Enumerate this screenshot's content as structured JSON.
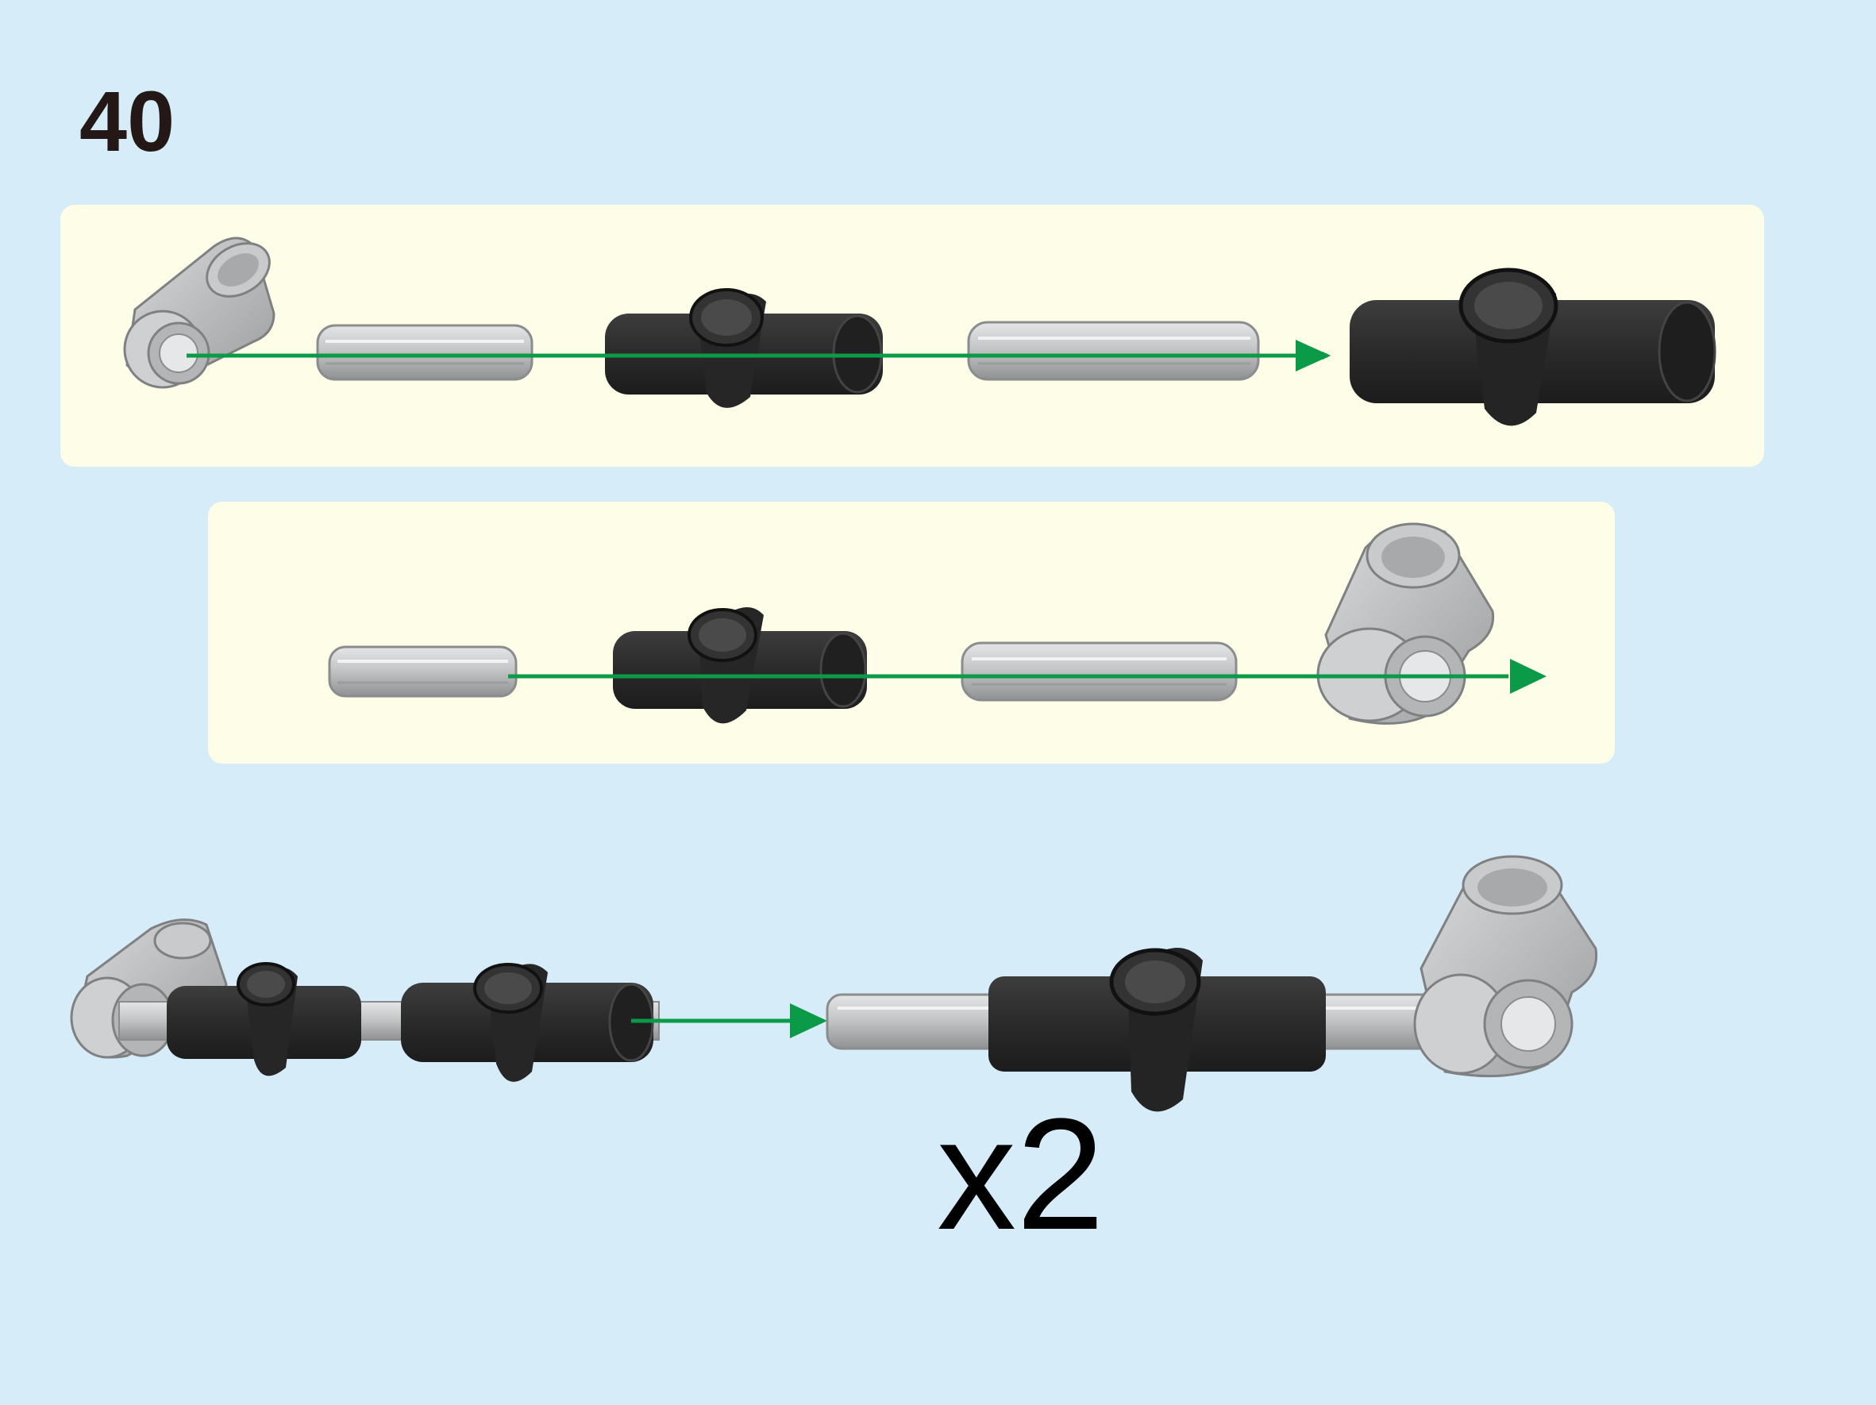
{
  "step": {
    "number": "40"
  },
  "result": {
    "multiplier": "x2"
  },
  "colors": {
    "background": "#d6ecf8",
    "panel": "#fefde8",
    "guide_arrow": "#0a9a48",
    "light_part": "#b9bbbc",
    "dark_part": "#2b2b2b"
  },
  "sub_assemblies": [
    {
      "parts": [
        "axle-pin-connector-perpendicular",
        "axle-3",
        "pin-connector-perpendicular-3l",
        "axle-5",
        "pin-connector-perpendicular-3l"
      ]
    },
    {
      "parts": [
        "axle-3",
        "pin-connector-perpendicular-3l",
        "axle-5",
        "axle-pin-connector-perpendicular"
      ]
    }
  ]
}
